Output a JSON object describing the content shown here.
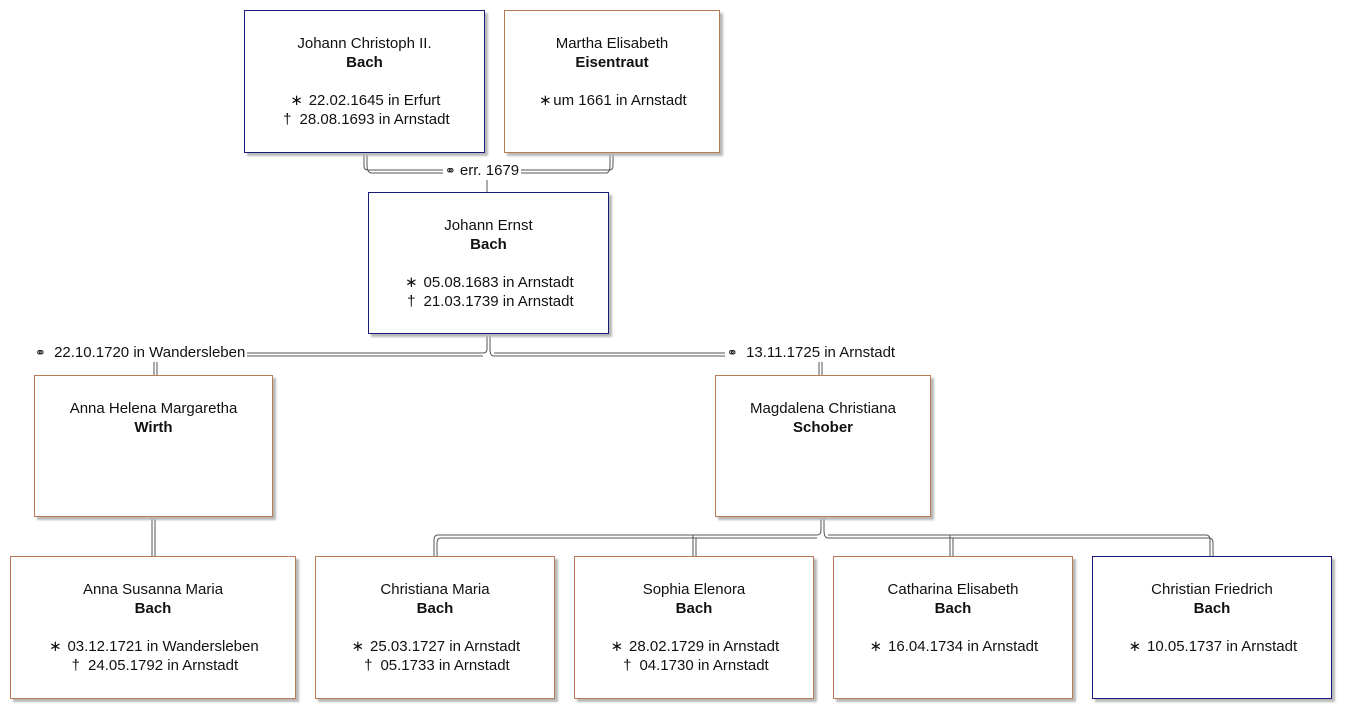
{
  "persons": {
    "p1": {
      "first": "Johann Christoph II.",
      "last": "Bach",
      "birth": "22.02.1645 in Erfurt",
      "death": "28.08.1693 in Arnstadt"
    },
    "p2": {
      "first": "Martha Elisabeth",
      "last": "Eisentraut",
      "birth": "um 1661 in Arnstadt"
    },
    "p3": {
      "first": "Johann Ernst",
      "last": "Bach",
      "birth": "05.08.1683 in Arnstadt",
      "death": "21.03.1739 in Arnstadt"
    },
    "p4": {
      "first": "Anna Helena Margaretha",
      "last": "Wirth"
    },
    "p5": {
      "first": "Magdalena Christiana",
      "last": "Schober"
    },
    "c1": {
      "first": "Anna Susanna Maria",
      "last": "Bach",
      "birth": "03.12.1721 in Wandersleben",
      "death": "24.05.1792 in Arnstadt"
    },
    "c2": {
      "first": "Christiana Maria",
      "last": "Bach",
      "birth": "25.03.1727 in Arnstadt",
      "death": "05.1733 in Arnstadt"
    },
    "c3": {
      "first": "Sophia Elenora",
      "last": "Bach",
      "birth": "28.02.1729 in Arnstadt",
      "death": "04.1730 in Arnstadt"
    },
    "c4": {
      "first": "Catharina Elisabeth",
      "last": "Bach",
      "birth": "16.04.1734 in Arnstadt"
    },
    "c5": {
      "first": "Christian Friedrich",
      "last": "Bach",
      "birth": "10.05.1737 in Arnstadt"
    }
  },
  "marriages": {
    "m1": "err. 1679",
    "m2": "22.10.1720 in Wandersleben",
    "m3": "13.11.1725 in Arnstadt"
  },
  "symbols": {
    "birth": "∗",
    "death": "†",
    "marriage": "⚭"
  }
}
